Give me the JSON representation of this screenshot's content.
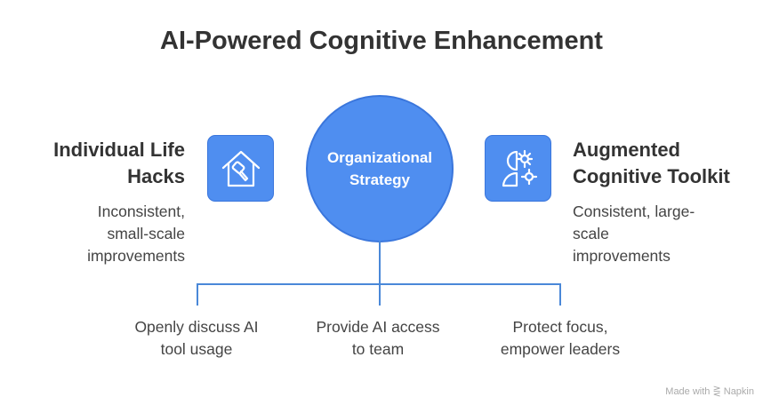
{
  "title": "AI-Powered Cognitive Enhancement",
  "center": {
    "line1": "Organizational",
    "line2": "Strategy"
  },
  "left": {
    "heading1": "Individual Life",
    "heading2": "Hacks",
    "desc1": "Inconsistent,",
    "desc2": "small-scale",
    "desc3": "improvements",
    "icon": "house-hammer-icon"
  },
  "right": {
    "heading1": "Augmented",
    "heading2": "Cognitive Toolkit",
    "desc1": "Consistent, large-",
    "desc2": "scale",
    "desc3": "improvements",
    "icon": "head-gear-icon"
  },
  "branches": [
    {
      "line1": "Openly discuss AI",
      "line2": "tool usage"
    },
    {
      "line1": "Provide AI access",
      "line2": "to team"
    },
    {
      "line1": "Protect focus,",
      "line2": "empower leaders"
    }
  ],
  "watermark": "Made with ⋛ Napkin",
  "colors": {
    "accent": "#4f8ef0",
    "line": "#4a88d8"
  }
}
